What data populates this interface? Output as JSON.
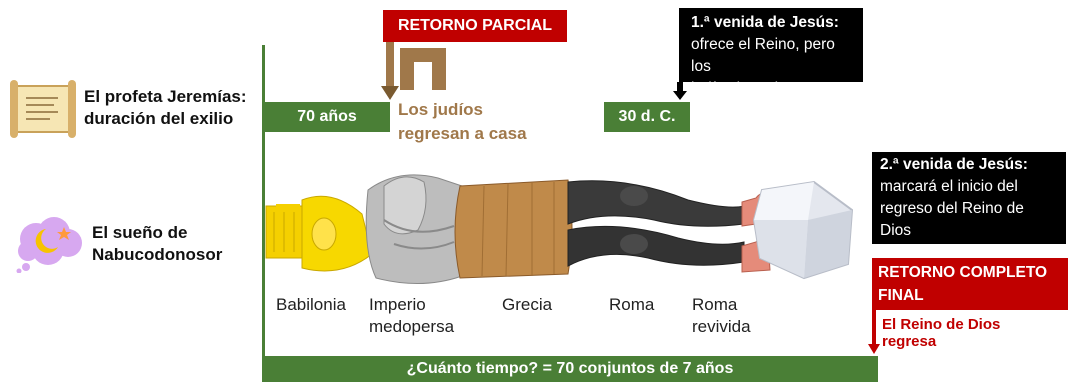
{
  "left_labels": {
    "jeremias": [
      "El profeta Jeremías:",
      "duración del exilio"
    ],
    "nabuco": [
      "El sueño de",
      "Nabucodonosor"
    ]
  },
  "top": {
    "seventy_years": "70 años",
    "retorno_parcial": "RETORNO PARCIAL",
    "judios_regresan": [
      "Los judíos",
      "regresan a casa"
    ],
    "thirty_ad": "30 d. C.",
    "first_coming": {
      "title": "1.ª venida de Jesús:",
      "lines": [
        "ofrece el Reino, pero los",
        "judíos lo rechazan"
      ]
    }
  },
  "right": {
    "second_coming": {
      "title": "2.ª venida de Jesús:",
      "lines": [
        "marcará el inicio del",
        "regreso del Reino de",
        "Dios"
      ]
    },
    "retorno_completo": [
      "RETORNO COMPLETO",
      "FINAL"
    ],
    "reino_regresa": [
      "El Reino de Dios",
      "regresa"
    ]
  },
  "kingdoms": [
    {
      "lines": [
        "Babilonia"
      ]
    },
    {
      "lines": [
        "Imperio",
        "medopersa"
      ]
    },
    {
      "lines": [
        "Grecia"
      ]
    },
    {
      "lines": [
        "Roma"
      ]
    },
    {
      "lines": [
        "Roma",
        "revivida"
      ]
    }
  ],
  "bottom_bar": "¿Cuánto tiempo? = 70 conjuntos de 7 años",
  "colors": {
    "green": "#4a7f36",
    "red": "#c00000",
    "brown_text": "#a0784a",
    "gold": "#f5d000",
    "silver": "#b9b9b9",
    "bronze": "#c08a4a",
    "iron": "#3a3a3a",
    "clay": "#e58b7a",
    "rock": "#dfe3ea"
  },
  "icons": [
    "scroll-icon",
    "dream-cloud-icon",
    "house-icon",
    "statue-figure",
    "stone-icon"
  ]
}
